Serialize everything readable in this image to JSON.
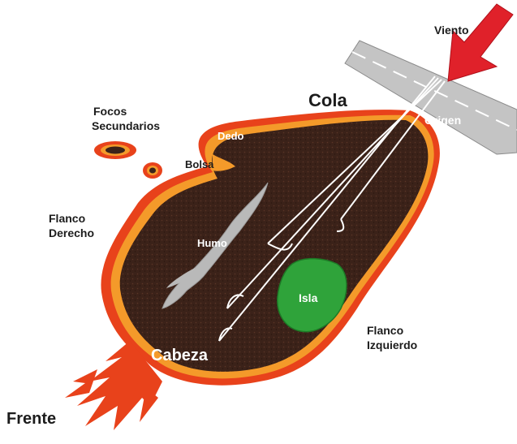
{
  "labels": {
    "viento": "Viento",
    "cola": "Cola",
    "origen": "Origen",
    "focos_line1": "Focos",
    "focos_line2": "Secundarios",
    "dedo": "Dedo",
    "bolsa": "Bolsa",
    "flanco_derecho_line1": "Flanco",
    "flanco_derecho_line2": "Derecho",
    "humo": "Humo",
    "isla": "Isla",
    "flanco_izquierdo_line1": "Flanco",
    "flanco_izquierdo_line2": "Izquierdo",
    "cabeza": "Cabeza",
    "frente": "Frente"
  },
  "colors": {
    "burned_area": "#3b2219",
    "flame_outer": "#e8421b",
    "flame_inner": "#f49a2a",
    "road": "#c4c4c4",
    "road_stripe": "#ffffff",
    "wind_arrow": "#e0212a",
    "smoke": "#b9b9b9",
    "island": "#2fa33a",
    "wind_lines": "#ffffff"
  }
}
